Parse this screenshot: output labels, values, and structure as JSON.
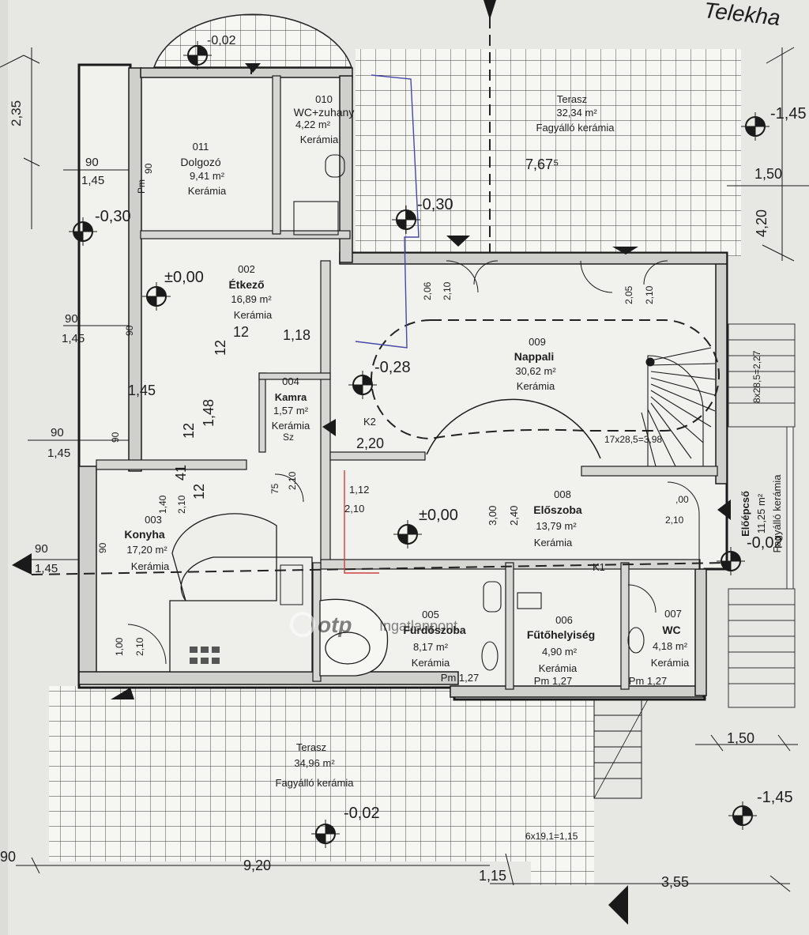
{
  "header": {
    "partial_title": "Telekha"
  },
  "rooms": [
    {
      "id": "dolgozo",
      "num": "011",
      "name": "Dolgozó",
      "area": "9,41 m²",
      "floor": "Kerámia"
    },
    {
      "id": "wc-zuhany",
      "num": "010",
      "name": "WC+zuhany",
      "area": "4,22 m²",
      "floor": "Kerámia"
    },
    {
      "id": "etkezo",
      "num": "002",
      "name": "Étkező",
      "area": "16,89 m²",
      "floor": "Kerámia"
    },
    {
      "id": "kamra",
      "num": "004",
      "name": "Kamra",
      "area": "1,57 m²",
      "floor": "Kerámia"
    },
    {
      "id": "konyha",
      "num": "003",
      "name": "Konyha",
      "area": "17,20 m²",
      "floor": "Kerámia"
    },
    {
      "id": "nappali",
      "num": "009",
      "name": "Nappali",
      "area": "30,62 m²",
      "floor": "Kerámia"
    },
    {
      "id": "eloszoba",
      "num": "008",
      "name": "Előszoba",
      "area": "13,79 m²",
      "floor": "Kerámia"
    },
    {
      "id": "furdoszoba",
      "num": "005",
      "name": "Fürdőszoba",
      "area": "8,17 m²",
      "floor": "Kerámia",
      "extra": "Pm 1,27"
    },
    {
      "id": "futohelyiseg",
      "num": "006",
      "name": "Fűtőhelyiség",
      "area": "4,90 m²",
      "floor": "Kerámia",
      "extra": "Pm 1,27"
    },
    {
      "id": "wc",
      "num": "007",
      "name": "WC",
      "area": "4,18 m²",
      "floor": "Kerámia",
      "extra": "Pm 1,27"
    },
    {
      "id": "eloepcso",
      "name": "Előépcső",
      "area": "11,25 m²",
      "floor": "Fagyálló kerámia"
    },
    {
      "id": "terasz-top",
      "name": "Terasz",
      "area": "32,34 m²",
      "floor": "Fagyálló kerámia"
    },
    {
      "id": "terasz-bottom",
      "name": "Terasz",
      "area": "34,96 m²",
      "floor": "Fagyálló kerámia"
    }
  ],
  "levels": {
    "lvl1": "-0,02",
    "lvl2": "-0,30",
    "lvl3": "±0,00",
    "lvl4": "-0,30",
    "lvl5": "-0,28",
    "lvl6": "±0,00",
    "lvl7": "-1,45",
    "lvl8": "-0,02",
    "lvl9": "-1,45",
    "lvl10": "-0,02"
  },
  "dimensions": {
    "d_235": "2,35",
    "d_90a": "90",
    "d_145a": "1,45",
    "d_90b": "90",
    "d_145b": "1,45",
    "d_90c": "90",
    "d_145c": "1,45",
    "d_90d": "90",
    "d_145d": "1,45",
    "d_767": "7,67⁵",
    "d_150a": "1,50",
    "d_420": "4,20",
    "d_145r": "-1,45",
    "d_12a": "12",
    "d_118": "1,18",
    "d_12b": "12",
    "d_145m": "1,45",
    "d_148": "1,48",
    "d_12c": "12",
    "d_41": "41",
    "d_12d": "12",
    "d_220": "2,20",
    "d_112": "1,12",
    "d_210a": "2,10",
    "d_300": "3,00",
    "d_240": "2,40",
    "d_150b": "1,50",
    "d_920": "9,20",
    "d_115": "1,15",
    "d_355": "3,55",
    "d_90e": "90",
    "d_k2": "K2",
    "d_k1": "K1",
    "d_sz": "Sz",
    "d_75": "75",
    "d_210b": "2,10",
    "d_100": "1,00",
    "d_210c": "2,10",
    "d_140": "1,40",
    "d_210d": "2,10",
    "d_206": "2,06",
    "d_210e": "2,10",
    "d_205": "2,05",
    "d_210f": "2,10",
    "d_00": ",00",
    "d_210g": "2,10",
    "d_stair1": "17x28,5=3,98",
    "d_stair2": "8x28,5=2,27",
    "d_stair3": "6x19,1=1,15",
    "d_pm": "Pm",
    "d_90f": "90",
    "d_90g": "90",
    "d_90h": "90",
    "d_90i": "90"
  },
  "watermark": {
    "brand": "otp",
    "sub": "Ingatlanpont"
  }
}
